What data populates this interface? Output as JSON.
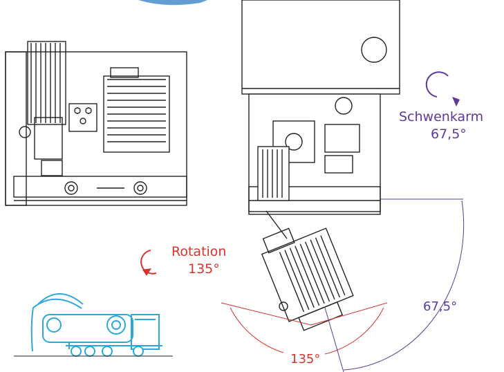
{
  "colors": {
    "rotation": "#d9342b",
    "swing": "#5b3a98",
    "drawing": "#222222",
    "vehicle": "#2aa8d8",
    "header": "#1e73be"
  },
  "annotations": {
    "rotation_label": "Rotation",
    "rotation_value": "135°",
    "swing_label": "Schwenkarm",
    "swing_value": "67,5°",
    "swing_arc_value": "67,5°",
    "rotation_arc_value": "135°"
  },
  "icons": [
    "rotate-ccw-arrow-icon",
    "rotate-cw-arrow-icon",
    "truck-icon"
  ]
}
